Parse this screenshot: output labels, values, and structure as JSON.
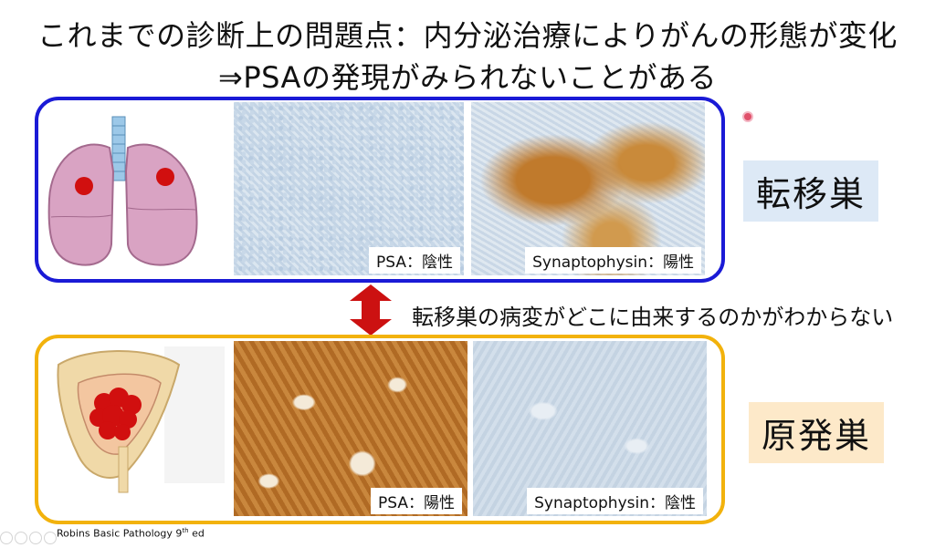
{
  "slide": {
    "title_line1": "これまでの診断上の問題点：内分泌治療によりがんの形態が変化",
    "title_line2": "⇒PSAの発現がみられないことがある",
    "metastasis_tag": "転移巣",
    "primary_tag": "原発巣",
    "middle_text": "転移巣の病変がどこに由来するのかがわからない",
    "credit": "Robins Basic Pathology 9",
    "credit_sup": "th",
    "credit_suffix": " ed"
  },
  "top_row": {
    "psa_label": "PSA：陰性",
    "syn_label": "Synaptophysin：陽性"
  },
  "bottom_row": {
    "psa_label": "PSA：陽性",
    "syn_label": "Synaptophysin：陰性"
  },
  "colors": {
    "metastasis_border": "#1a1ad6",
    "primary_border": "#f2b20c",
    "arrow": "#cc1111",
    "stain_brown": "#b8702a",
    "stain_blue": "#aac1d8"
  }
}
